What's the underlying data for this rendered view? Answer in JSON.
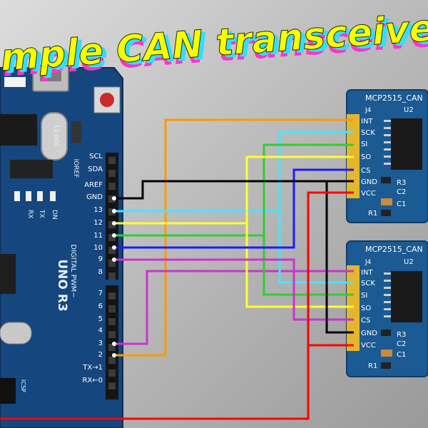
{
  "title": "mple CAN transceiver",
  "colors": {
    "arduino_board": "#15467e",
    "module_board": "#1b5a92",
    "wire_int": "#ff9900",
    "wire_sck": "#44e6ff",
    "wire_si": "#33cc33",
    "wire_so": "#ffff33",
    "wire_cs": "#1a1aff",
    "wire_gnd": "#000000",
    "wire_vcc": "#ff0000",
    "wire_int2": "#cc33cc"
  },
  "arduino": {
    "model_label": "UNO R3",
    "digital_label": "DIGITAL PWM~",
    "crystal_label": "12.000",
    "icsp_label": "ICSP",
    "tx_label": "TX→1",
    "rx_label": "RX←0",
    "dn_label": "DN",
    "rx_led_label": "RX",
    "tx_led_label": "TX",
    "ioref_label": "IOREF",
    "top_pins": [
      "SCL",
      "SDA",
      "AREF",
      "GND",
      "13",
      "12",
      "11",
      "10",
      "9",
      "8"
    ],
    "bottom_pins": [
      "7",
      "6",
      "5",
      "4",
      "3",
      "2"
    ]
  },
  "modules": [
    {
      "name": "MCP2515_CAN",
      "j4_label": "J4",
      "u2_label": "U2",
      "r3_label": "R3",
      "c2_label": "C2",
      "r1_label": "R1",
      "c1_label": "C1",
      "pins": [
        "INT",
        "SCK",
        "SI",
        "SO",
        "CS",
        "GND",
        "VCC"
      ]
    },
    {
      "name": "MCP2515_CAN",
      "j4_label": "J4",
      "u2_label": "U2",
      "r3_label": "R3",
      "c2_label": "C2",
      "r1_label": "R1",
      "c1_label": "C1",
      "pins": [
        "INT",
        "SCK",
        "SI",
        "SO",
        "CS",
        "GND",
        "VCC"
      ]
    }
  ]
}
